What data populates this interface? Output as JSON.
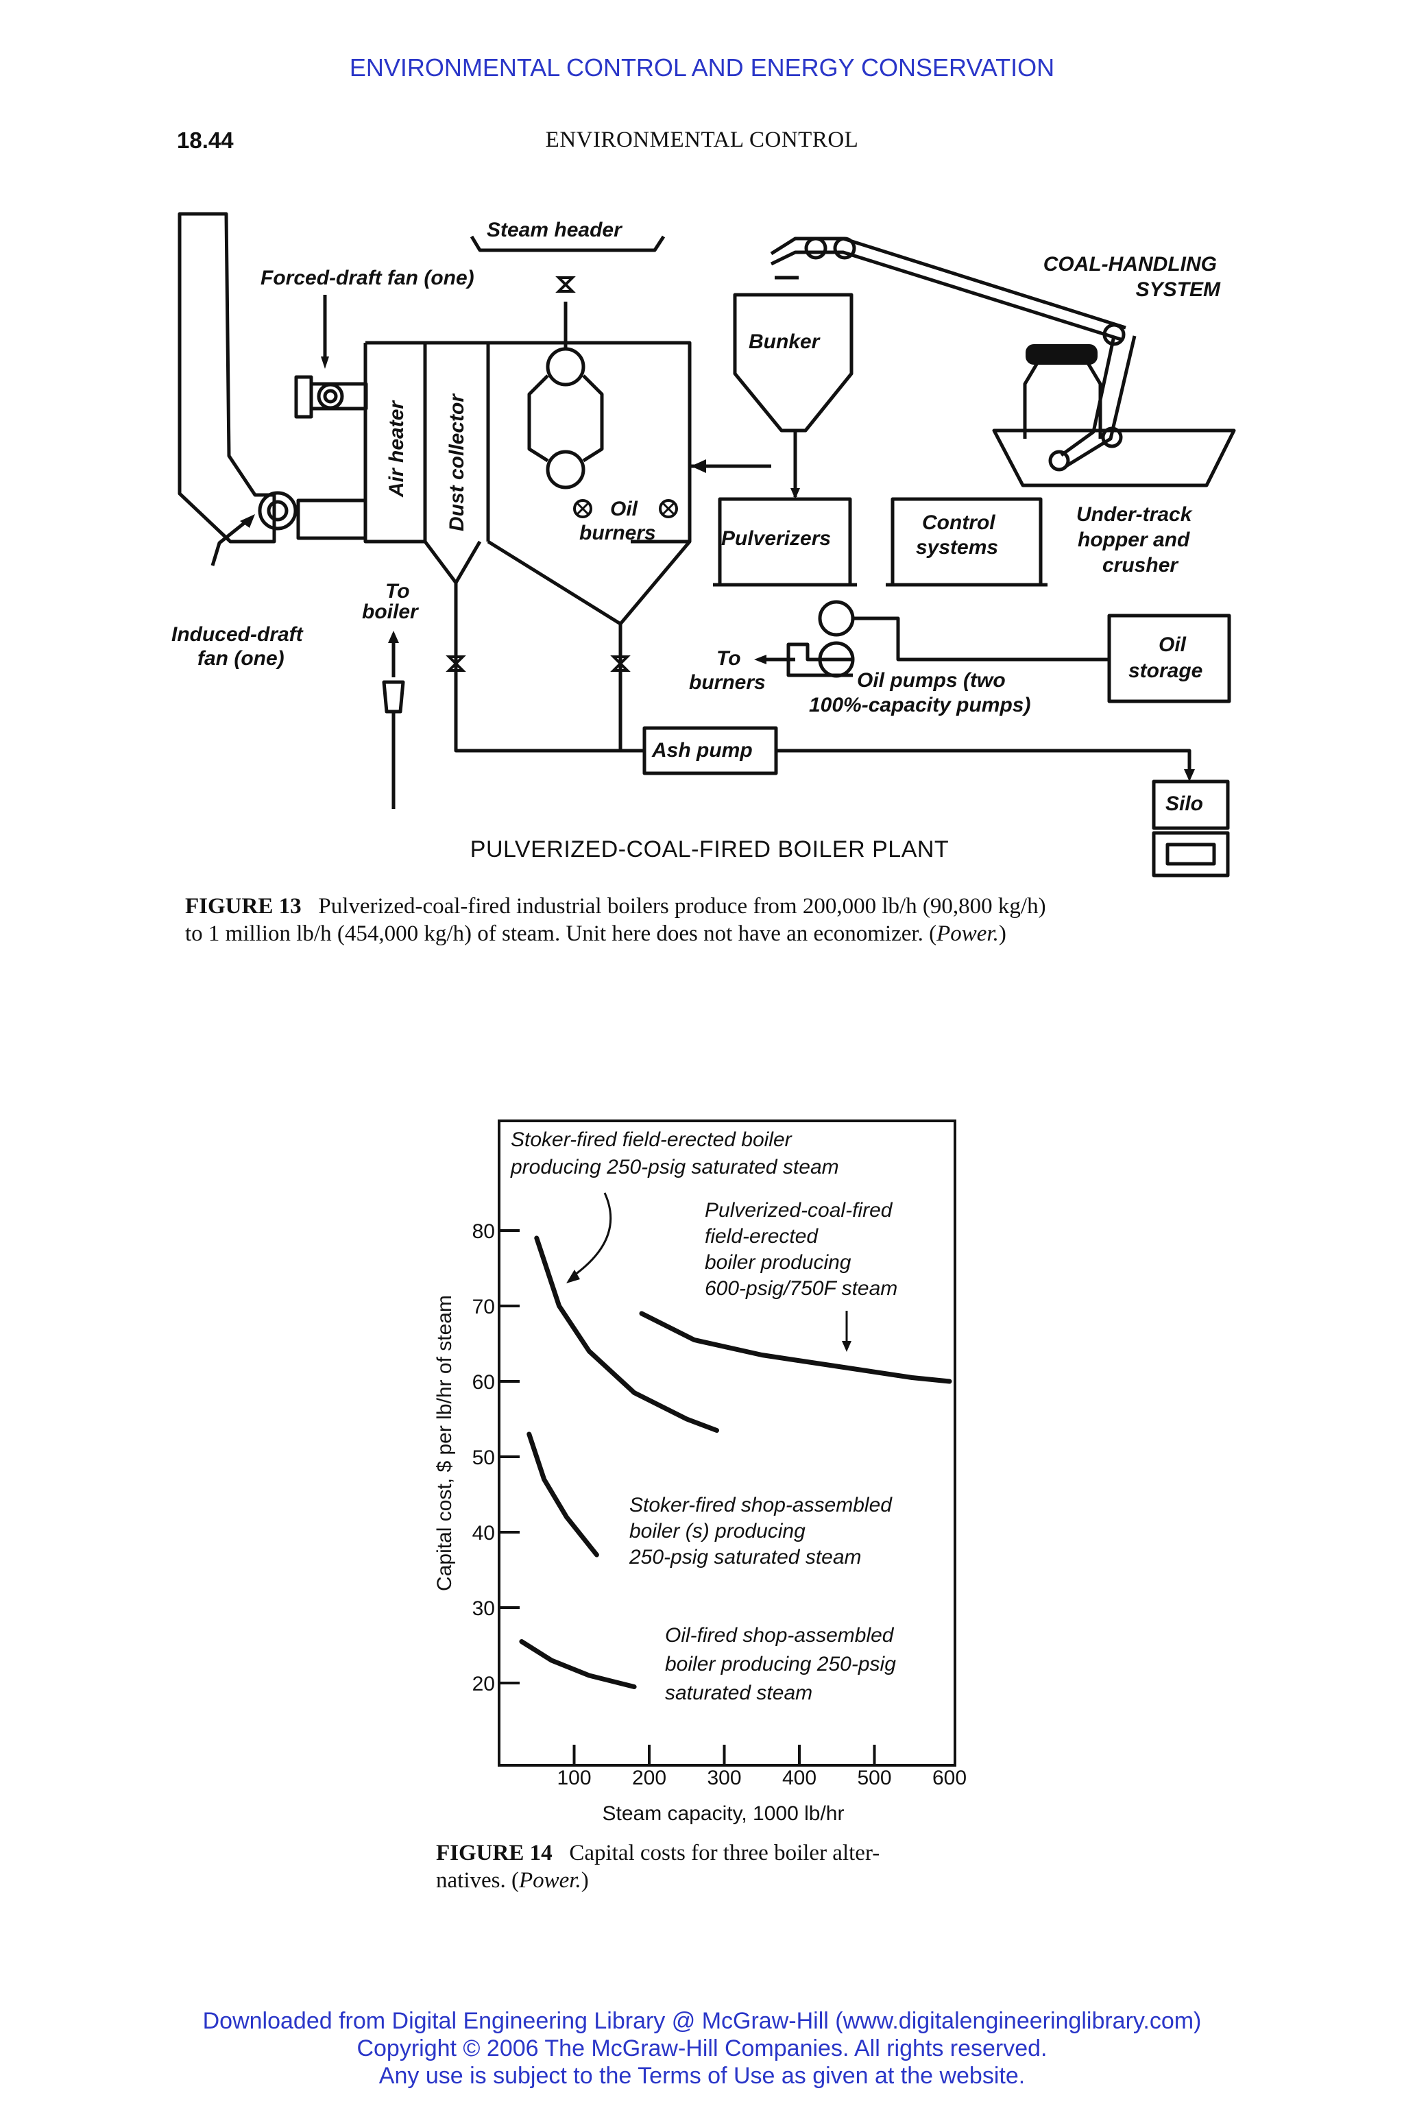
{
  "page_header": "ENVIRONMENTAL CONTROL AND ENERGY CONSERVATION",
  "page_number": "18.44",
  "running_head": "ENVIRONMENTAL CONTROL",
  "figure13": {
    "title": "PULVERIZED-COAL-FIRED BOILER PLANT",
    "labels": {
      "steam_header": "Steam header",
      "forced_draft_fan": "Forced-draft fan (one)",
      "coal_handling_1": "COAL-HANDLING",
      "coal_handling_2": "SYSTEM",
      "bunker": "Bunker",
      "air_heater": "Air heater",
      "dust_collector": "Dust collector",
      "oil_burners_1": "Oil",
      "oil_burners_2": "burners",
      "pulverizers": "Pulverizers",
      "control_systems_1": "Control",
      "control_systems_2": "systems",
      "under_track_1": "Under-track",
      "under_track_2": "hopper and",
      "under_track_3": "crusher",
      "to_boiler_1": "To",
      "to_boiler_2": "boiler",
      "induced_draft_1": "Induced-draft",
      "induced_draft_2": "fan (one)",
      "to_burners_1": "To",
      "to_burners_2": "burners",
      "oil_pumps_1": "Oil pumps (two",
      "oil_pumps_2": "100%-capacity pumps)",
      "oil_storage_1": "Oil",
      "oil_storage_2": "storage",
      "ash_pump": "Ash pump",
      "silo": "Silo"
    },
    "caption_label": "FIGURE 13",
    "caption_line1": "Pulverized-coal-fired industrial boilers produce from 200,000 lb/h (90,800 kg/h)",
    "caption_line2_a": "to 1 million lb/h (454,000 kg/h) of steam. Unit here does not have an economizer. (",
    "caption_line2_src": "Power.",
    "caption_line2_b": ")"
  },
  "chart_data": {
    "type": "line",
    "title": "",
    "xlabel": "Steam capacity, 1000 lb/hr",
    "ylabel": "Capital cost, $ per lb/hr of steam",
    "xlim": [
      0,
      600
    ],
    "ylim": [
      10,
      94
    ],
    "x_ticks": [
      100,
      200,
      300,
      400,
      500,
      600
    ],
    "y_ticks": [
      20,
      30,
      40,
      50,
      60,
      70,
      80
    ],
    "grid": false,
    "series": [
      {
        "name": "Stoker-fired field-erected boiler producing 250-psig saturated steam",
        "x": [
          50,
          80,
          120,
          180,
          250,
          290
        ],
        "y": [
          79,
          70,
          64,
          58.5,
          55,
          53.5
        ]
      },
      {
        "name": "Pulverized-coal-fired field-erected boiler producing 600-psig/750F steam",
        "x": [
          190,
          260,
          350,
          450,
          550,
          600
        ],
        "y": [
          69,
          65.5,
          63.5,
          62,
          60.5,
          60
        ]
      },
      {
        "name": "Stoker-fired shop-assembled boiler (s) producing 250-psig saturated steam",
        "x": [
          40,
          60,
          90,
          130
        ],
        "y": [
          53,
          47,
          42,
          37
        ]
      },
      {
        "name": "Oil-fired shop-assembled boiler producing 250-psig saturated steam",
        "x": [
          30,
          70,
          120,
          180
        ],
        "y": [
          25.5,
          23,
          21,
          19.5
        ]
      }
    ],
    "annotations": [
      [
        "Stoker-fired field-erected boiler",
        "producing 250-psig saturated steam"
      ],
      [
        "Pulverized-coal-fired",
        "field-erected",
        "boiler producing",
        "600-psig/750F steam"
      ],
      [
        "Stoker-fired shop-assembled",
        "boiler (s) producing",
        "250-psig saturated steam"
      ],
      [
        "Oil-fired shop-assembled",
        "boiler producing 250-psig",
        "saturated steam"
      ]
    ]
  },
  "figure14": {
    "caption_label": "FIGURE 14",
    "caption_line1": "Capital costs for three boiler alter-",
    "caption_line2_a": "natives. (",
    "caption_line2_src": "Power.",
    "caption_line2_b": ")"
  },
  "footer": {
    "line1": "Downloaded from Digital Engineering Library @ McGraw-Hill (www.digitalengineeringlibrary.com)",
    "line2": "Copyright © 2006 The McGraw-Hill Companies. All rights reserved.",
    "line3": "Any use is subject to the Terms of Use as given at the website."
  }
}
